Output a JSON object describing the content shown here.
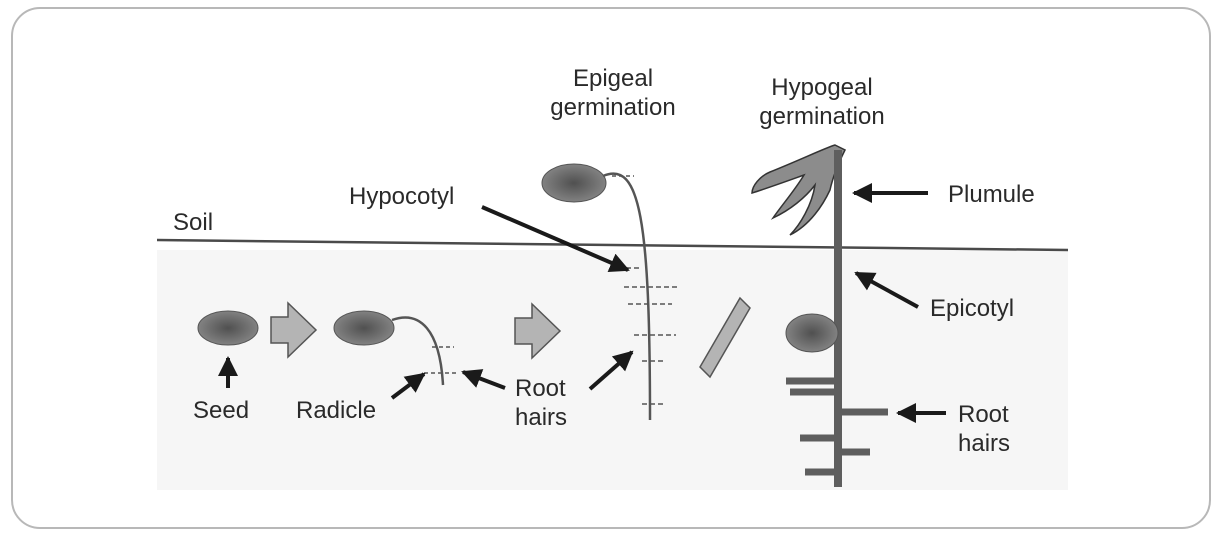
{
  "labels": {
    "soil": "Soil",
    "epigeal_line1": "Epigeal",
    "epigeal_line2": "germination",
    "hypogeal_line1": "Hypogeal",
    "hypogeal_line2": "germination",
    "hypocotyl": "Hypocotyl",
    "plumule": "Plumule",
    "epicotyl": "Epicotyl",
    "seed": "Seed",
    "radicle": "Radicle",
    "root_hairs_1_line1": "Root",
    "root_hairs_1_line2": "hairs",
    "root_hairs_2_line1": "Root",
    "root_hairs_2_line2": "hairs"
  },
  "colors": {
    "seed": "#6e6e6e",
    "stem": "#555555",
    "soil_fill": "#f6f6f6",
    "block_arrow": "#b4b4b4",
    "text": "#2a2a2a"
  }
}
